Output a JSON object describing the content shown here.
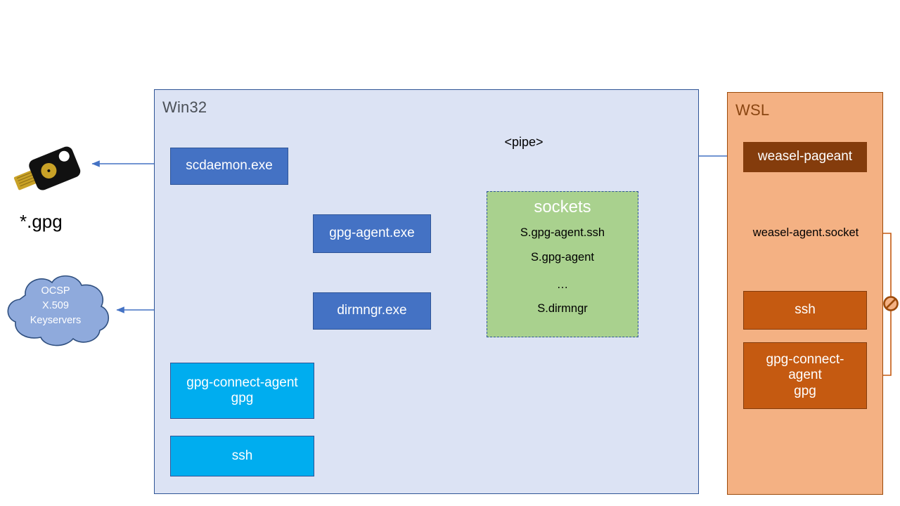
{
  "diagram": {
    "title_hidden": "GnuPG / WSL agent forwarding architecture",
    "panels": [
      {
        "id": "win32",
        "label": "Win32",
        "fill": "#dce3f4",
        "stroke": "#2e5496"
      },
      {
        "id": "wsl",
        "label": "WSL",
        "fill": "#f4b183",
        "stroke": "#9c4a0a"
      }
    ],
    "win32_nodes": [
      {
        "id": "scdaemon",
        "label": "scdaemon.exe",
        "color": "#4472c4"
      },
      {
        "id": "gpgagent",
        "label": "gpg-agent.exe",
        "color": "#4472c4"
      },
      {
        "id": "dirmngr",
        "label": "dirmngr.exe",
        "color": "#4472c4"
      },
      {
        "id": "gpgconnect",
        "label": "gpg-connect-agent\ngpg",
        "color": "#00adef"
      },
      {
        "id": "sshwin",
        "label": "ssh",
        "color": "#00adef"
      }
    ],
    "sockets_group": {
      "title": "sockets",
      "fill": "#a9d18e",
      "stroke": "#2f5597",
      "border_style": "dashed",
      "items": [
        "S.gpg-agent.ssh",
        "S.gpg-agent",
        "…",
        "S.dirmngr"
      ]
    },
    "wsl_nodes": [
      {
        "id": "pageant",
        "label": "weasel-pageant",
        "color": "#843c0c"
      },
      {
        "id": "sshwsl",
        "label": "ssh",
        "color": "#c55a11"
      },
      {
        "id": "gcawsl",
        "label": "gpg-connect-\nagent\ngpg",
        "color": "#c55a11"
      }
    ],
    "labels": {
      "pipe": "<pipe>",
      "weasel_agent_socket": "weasel-agent.socket",
      "gpg_file": "*.gpg"
    },
    "cloud": {
      "lines": [
        "OCSP",
        "X.509",
        "Keyservers"
      ],
      "fill": "#8faadc",
      "stroke": "#2f4f7f"
    },
    "hardware": {
      "yubikey": "yubikey-usb-token"
    },
    "markers": {
      "blocked": "no-entry-icon"
    },
    "colors": {
      "blue_node": "#4472c4",
      "cyan_node": "#00adef",
      "green_group": "#a9d18e",
      "dark_brown_node": "#843c0c",
      "brown_node": "#c55a11",
      "win32_panel": "#dce3f4",
      "wsl_panel": "#f4b183",
      "blue_connector": "#4472c4",
      "brown_connector": "#c55a11"
    }
  }
}
